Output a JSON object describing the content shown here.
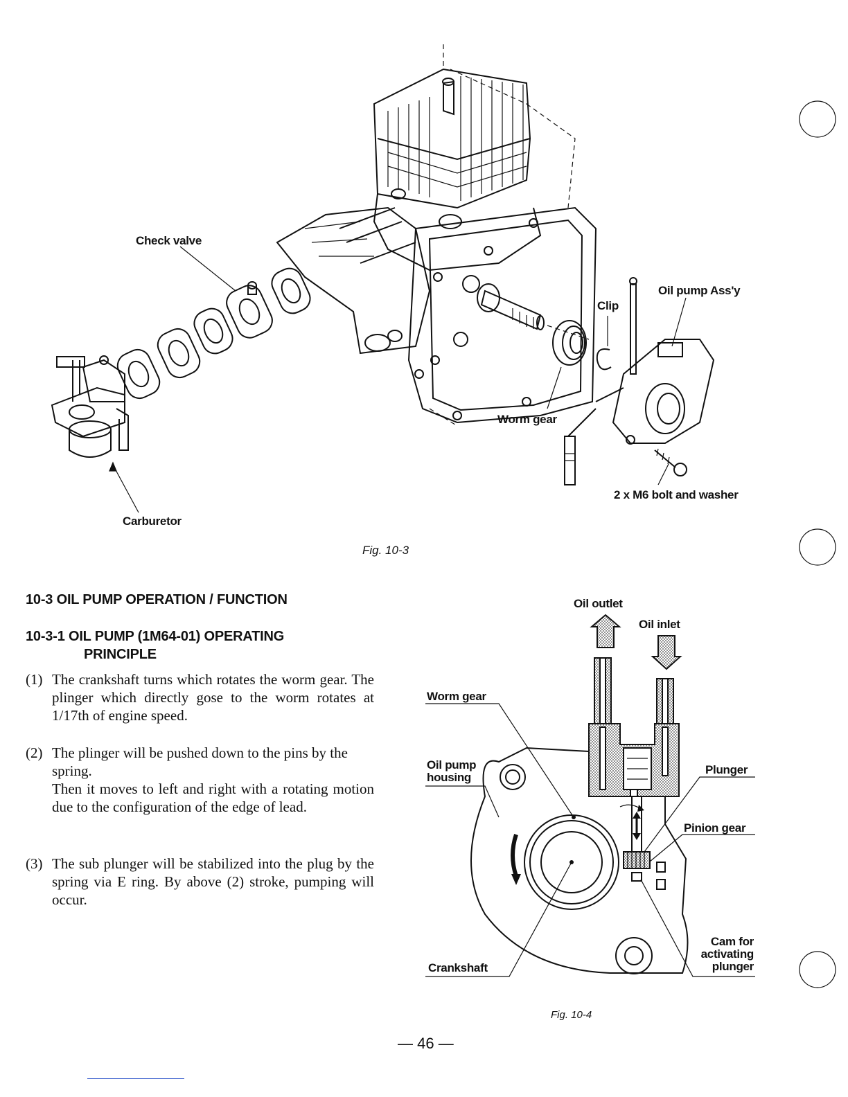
{
  "fig1": {
    "caption": "Fig. 10-3",
    "labels": {
      "check_valve": "Check valve",
      "oil_pump_assy": "Oil pump Ass'y",
      "clip": "Clip",
      "worm_gear": "Worm gear",
      "bolt": "2 x M6 bolt and washer",
      "carburetor": "Carburetor"
    }
  },
  "section": {
    "heading": "10-3  OIL PUMP OPERATION  / FUNCTION",
    "subheading_line1": "10-3-1  OIL PUMP (1M64-01) OPERATING",
    "subheading_line2": "PRINCIPLE",
    "items": [
      {
        "num": "(1)",
        "text": "The crankshaft turns which rotates the worm gear. The plinger which directly gose to the worm rotates at 1/17th of engine speed."
      },
      {
        "num": "(2)",
        "text": "The plinger will be pushed down to the pins by the spring.",
        "text2": "Then it moves to left and right with a rotating motion due to the configuration of the edge of lead."
      },
      {
        "num": "(3)",
        "text": "The sub plunger will be stabilized into the plug by the spring via E ring. By above (2) stroke, pumping will occur."
      }
    ]
  },
  "fig2": {
    "caption": "Fig. 10-4",
    "labels": {
      "oil_outlet": "Oil outlet",
      "oil_inlet": "Oil inlet",
      "worm_gear": "Worm gear",
      "oil_pump_housing_1": "Oil pump",
      "oil_pump_housing_2": "housing",
      "plunger": "Plunger",
      "pinion_gear": "Pinion gear",
      "crankshaft": "Crankshaft",
      "cam_1": "Cam for",
      "cam_2": "activating",
      "cam_3": "plunger"
    }
  },
  "page_number": "— 46 —"
}
